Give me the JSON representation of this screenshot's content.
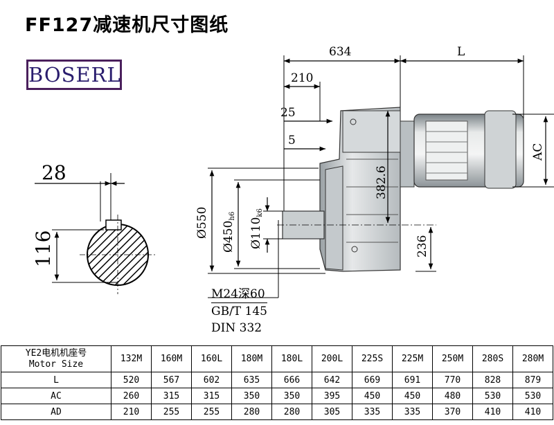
{
  "title": "FF127减速机尺寸图纸",
  "logo": {
    "text": "BOSERL"
  },
  "dimensions": {
    "top_634": "634",
    "top_L": "L",
    "d210": "210",
    "d25": "25",
    "d5": "5",
    "AC": "AC",
    "d382": "382.6",
    "d236": "236",
    "d550": "Ø550",
    "d450": "Ø450",
    "d450_tol": "h6",
    "d110": "Ø110",
    "d110_tol": "k6",
    "key28": "28",
    "key116": "116"
  },
  "notes": {
    "thread": "M24深60",
    "gb": "GB/T 145",
    "din": "DIN 332"
  },
  "table": {
    "header_label_1": "YE2电机机座号",
    "header_label_2": "Motor Size",
    "motor_sizes": [
      "132M",
      "160M",
      "160L",
      "180M",
      "180L",
      "200L",
      "225S",
      "225M",
      "250M",
      "280S",
      "280M"
    ],
    "rows": [
      {
        "label": "L",
        "values": [
          "520",
          "567",
          "602",
          "635",
          "666",
          "642",
          "669",
          "691",
          "770",
          "828",
          "879"
        ]
      },
      {
        "label": "AC",
        "values": [
          "260",
          "315",
          "315",
          "350",
          "350",
          "395",
          "450",
          "450",
          "480",
          "530",
          "530"
        ]
      },
      {
        "label": "AD",
        "values": [
          "210",
          "255",
          "255",
          "280",
          "280",
          "305",
          "335",
          "335",
          "370",
          "410",
          "410"
        ]
      }
    ]
  }
}
